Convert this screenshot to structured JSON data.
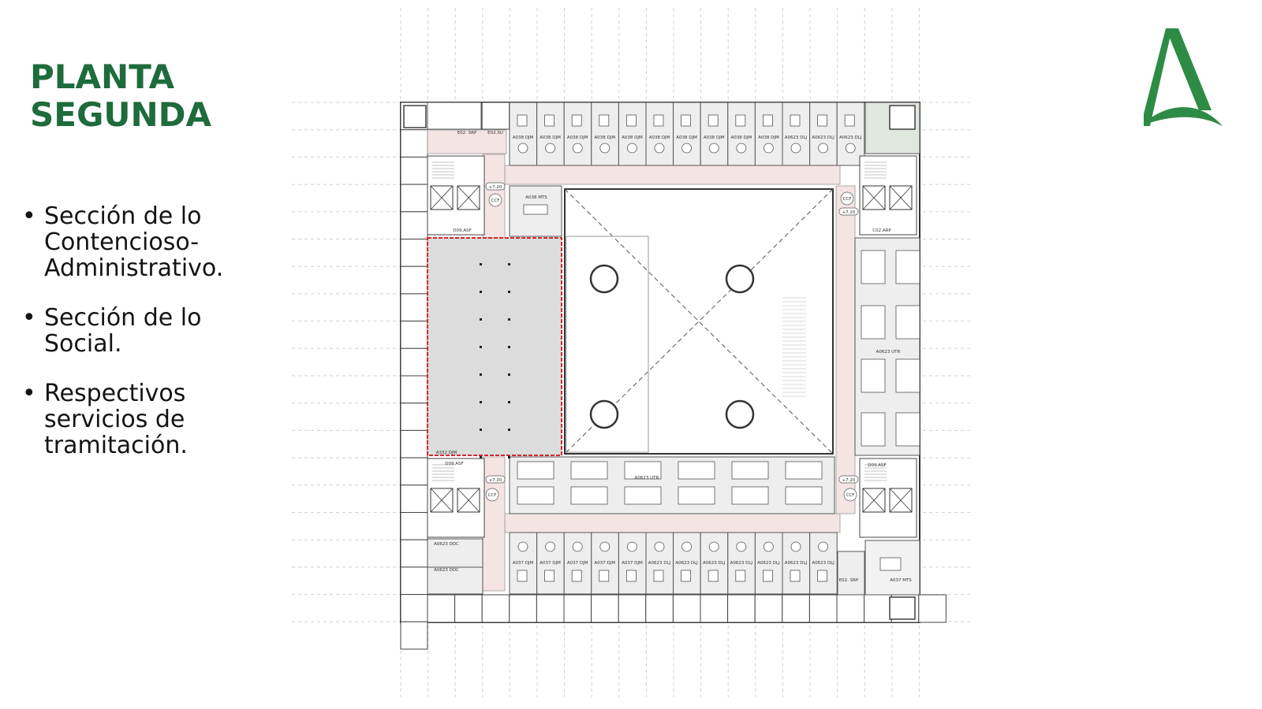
{
  "title": {
    "line1": "PLANTA",
    "line2": "SEGUNDA"
  },
  "bullets": [
    "Sección de lo Contencioso-Administrativo.",
    "Sección de lo Social.",
    "Respectivos servicios de tramitación."
  ],
  "colors": {
    "brand_green": "#1e6b3c",
    "logo_green": "#2e8b45",
    "highlight_red": "#d42828"
  },
  "logo": {
    "icon": "junta-andalucia-logo-icon"
  },
  "plan": {
    "top_office_labels": [
      "A038 DJM",
      "A038 DJM",
      "A038 DJM",
      "A038 DJM",
      "A038 DJM",
      "A038 DJM",
      "A038 DJM",
      "A038 DJM",
      "A038 DJM",
      "A038 DJM",
      "A0623 DLJ",
      "A0623 DLJ",
      "A0623 DLJ"
    ],
    "bottom_office_labels": [
      "A037 DJM",
      "A037 DJM",
      "A037 DJM",
      "A037 DJM",
      "A037 DJM",
      "A0623 DLJ",
      "A0623 DLJ",
      "A0623 DLJ",
      "A0623 DLJ",
      "A0623 DLJ",
      "A0623 DLJ",
      "A0623 DLJ"
    ],
    "room_labels": {
      "top_left_srp": "E02. SRP",
      "top_left_su": "E02.SU",
      "meeting_top": "A038 MTS",
      "left_asf": "D09.ASF",
      "right_arp": "C02.ARP",
      "east_utr": "A0623 UTR",
      "south_utr": "A0623 UTR",
      "hall_djm": "A332 DJM",
      "bottom_left_asf": "D09.ASF",
      "right_asf": "D09.ASF",
      "left_ddc_1": "A0623 DDC",
      "left_ddc_2": "A0623 DDC",
      "bottom_right_srp": "E02. SRP",
      "bottom_right_mts": "A037 MTS"
    },
    "level_marks": [
      "+7.20",
      "+7.20",
      "+7.20",
      "+7.20"
    ],
    "ccf_marks": [
      "CCF",
      "CCF",
      "CCF",
      "CCF"
    ]
  }
}
